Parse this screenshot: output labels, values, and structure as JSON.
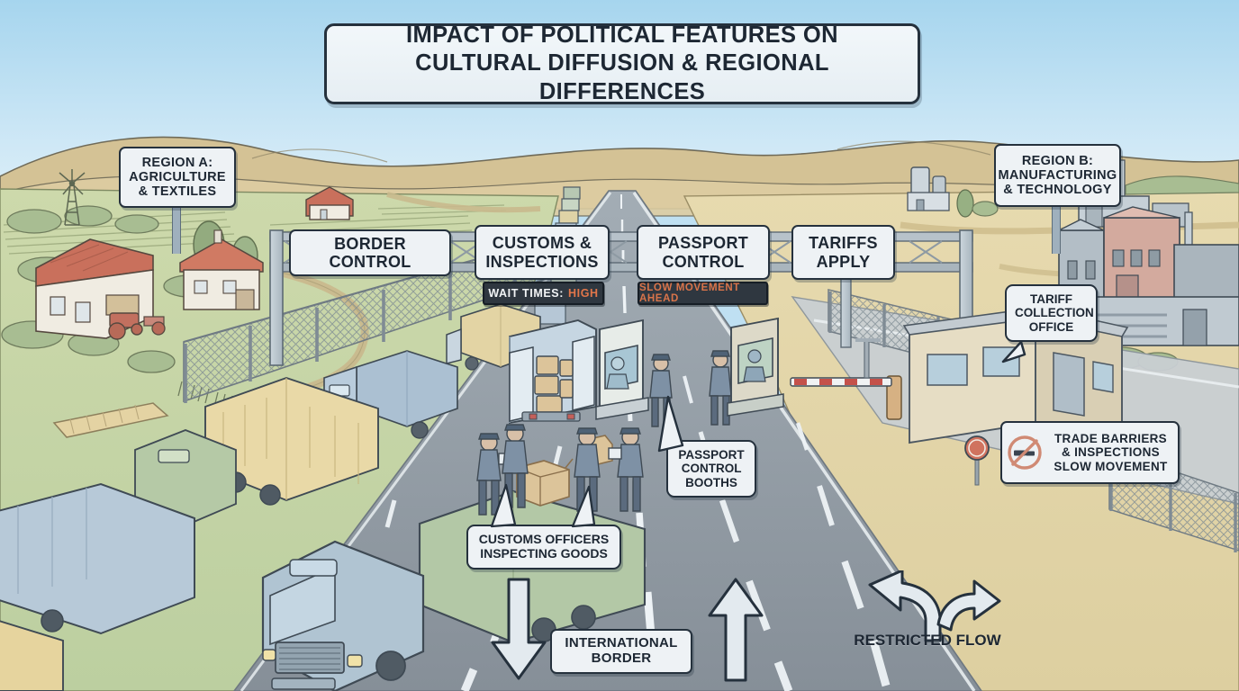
{
  "title": {
    "line1": "IMPACT OF POLITICAL FEATURES ON",
    "line2": "CULTURAL DIFFUSION & REGIONAL DIFFERENCES"
  },
  "regions": {
    "left": {
      "line1": "REGION A:",
      "line2": "AGRICULTURE",
      "line3": "& TEXTILES"
    },
    "right": {
      "line1": "REGION B:",
      "line2": "MANUFACTURING",
      "line3": "& TECHNOLOGY"
    }
  },
  "gantry_signs": [
    {
      "id": "border-control",
      "line1": "BORDER CONTROL",
      "line2": ""
    },
    {
      "id": "customs-inspections",
      "line1": "CUSTOMS &",
      "line2": "INSPECTIONS"
    },
    {
      "id": "passport-control",
      "line1": "PASSPORT",
      "line2": "CONTROL"
    },
    {
      "id": "tariffs-apply",
      "line1": "TARIFFS",
      "line2": "APPLY"
    }
  ],
  "led_panels": [
    {
      "id": "wait-times",
      "label": "WAIT TIMES:",
      "value": "HIGH"
    },
    {
      "id": "slow-movement",
      "label": "SLOW MOVEMENT AHEAD",
      "value": ""
    }
  ],
  "callouts": {
    "tariff_office": {
      "line1": "TARIFF",
      "line2": "COLLECTION",
      "line3": "OFFICE"
    },
    "trade_barriers": {
      "line1": "TRADE BARRIERS",
      "line2": "& INSPECTIONS",
      "line3": "SLOW MOVEMENT",
      "icon": "no-truck-icon"
    },
    "passport_booths": {
      "line1": "PASSPORT",
      "line2": "CONTROL",
      "line3": "BOOTHS"
    },
    "customs_officers": {
      "line1": "CUSTOMS OFFICERS",
      "line2": "INSPECTING GOODS"
    }
  },
  "flow_labels": {
    "border": {
      "line1": "INTERNATIONAL",
      "line2": "BORDER"
    },
    "restricted": {
      "line1": "RESTRICTED",
      "line2": "FLOW"
    }
  },
  "colors": {
    "sky_top": "#a9d7ef",
    "sky_bottom": "#d8ecf7",
    "hill_tan": "#d9c79a",
    "field_green": "#c3d3a4",
    "ground_tan": "#e6d9ad",
    "road_gray": "#8e9aa3",
    "sign_fill": "#eef2f5",
    "ink": "#25313d",
    "led_dark": "#2f3740",
    "accent_warn": "#e2764a",
    "barrier_red": "#c4514a",
    "truck_blue": "#a9c0d2",
    "truck_tan": "#e8d9a6",
    "truck_green": "#b3c8a6",
    "roof_red": "#c9705c",
    "uniform_blue": "#7d90a4"
  }
}
